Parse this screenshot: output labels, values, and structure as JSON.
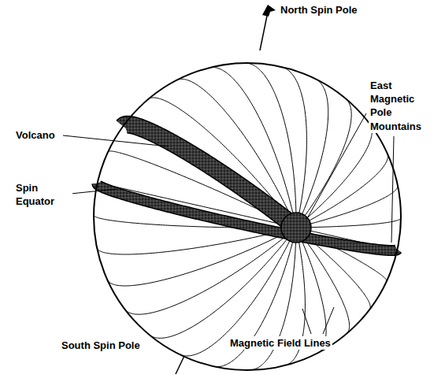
{
  "diagram": {
    "labels": [
      "North Spin Pole",
      "Volcano",
      "East Magnetic Pole",
      "Mountains",
      "Spin Equator",
      "South Spin Pole",
      "Magnetic Field Lines"
    ]
  }
}
